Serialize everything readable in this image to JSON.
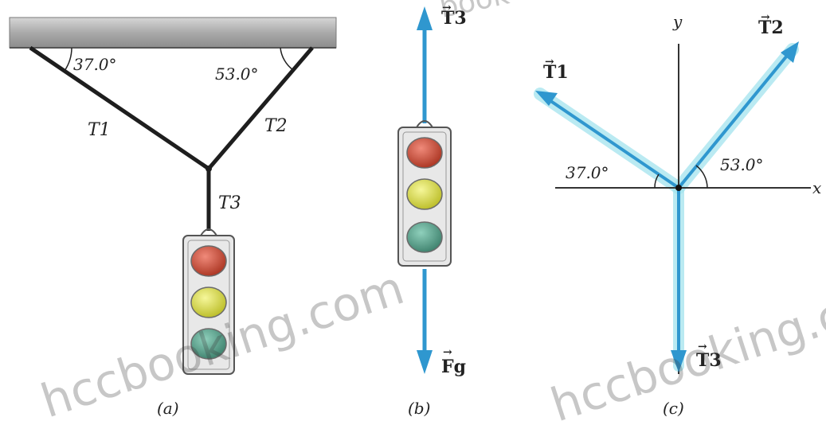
{
  "panel_a": {
    "angle_left": "37.0°",
    "angle_right": "53.0°",
    "cable_labels": {
      "t1": "T1",
      "t2": "T2",
      "t3": "T3"
    },
    "caption": "(a)"
  },
  "panel_b": {
    "top_vector": "T3",
    "bottom_vector": "Fg",
    "caption": "(b)"
  },
  "panel_c": {
    "x_axis": "x",
    "y_axis": "y",
    "vector_t1": "T1",
    "vector_t2": "T2",
    "vector_t3": "T3",
    "angle_left": "37.0°",
    "angle_right": "53.0°",
    "caption": "(c)"
  },
  "watermark": {
    "text_1": "hccbooking.com",
    "text_2": "hccbooking.c",
    "text_3": "book"
  },
  "colors": {
    "arrow": "#2f97cf",
    "halo": "#a9e6ef",
    "cable": "#1e1e1e",
    "ceiling": "#b9b9b9",
    "light_red": "#c0392b",
    "light_yellow": "#d9dc3a",
    "light_green": "#4f9c86",
    "housing": "#e6e6e6"
  }
}
